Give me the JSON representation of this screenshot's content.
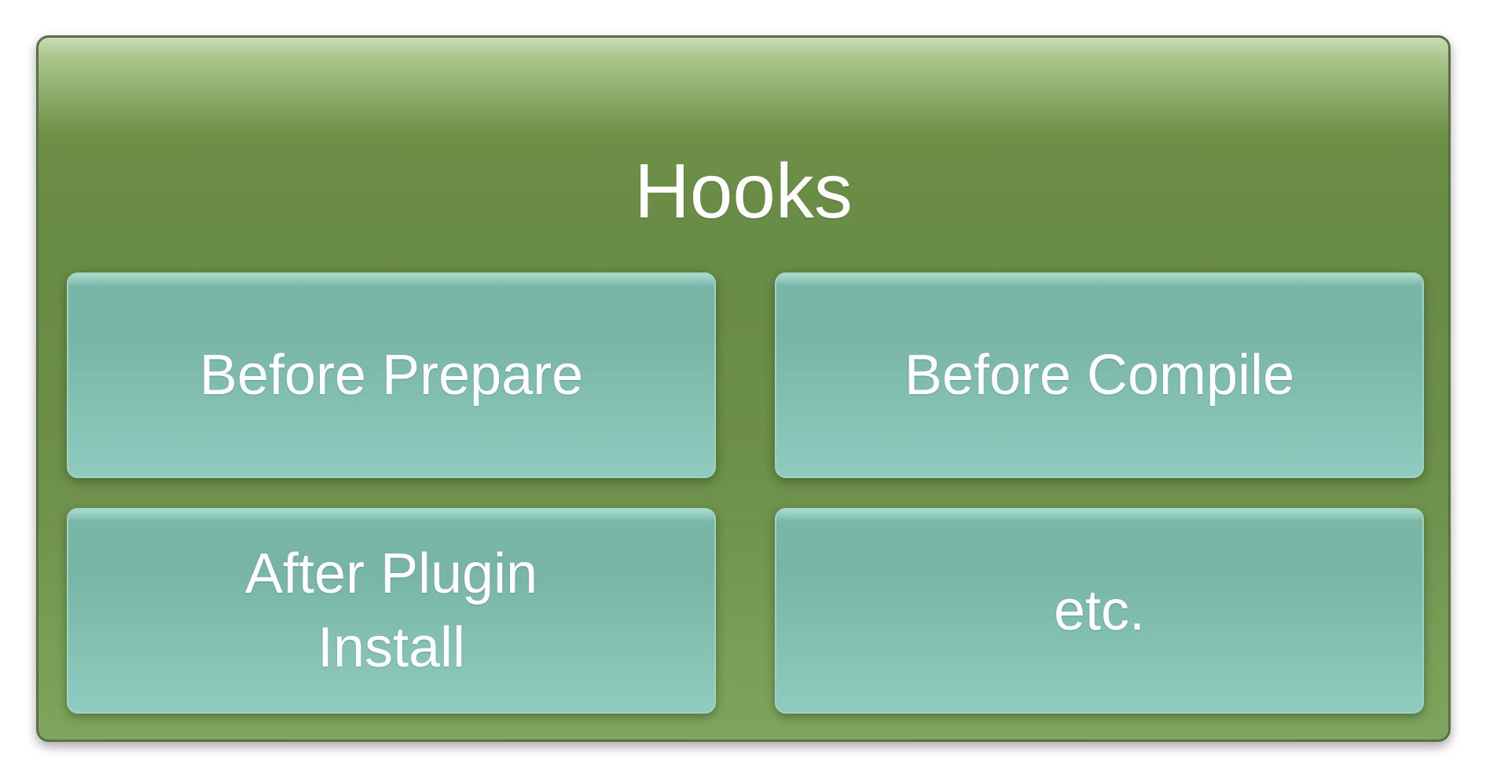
{
  "diagram": {
    "title": "Hooks",
    "items": [
      {
        "lines": [
          "Before Prepare"
        ]
      },
      {
        "lines": [
          "Before Compile"
        ]
      },
      {
        "lines": [
          "After Plugin",
          "Install"
        ]
      },
      {
        "lines": [
          "etc."
        ]
      }
    ]
  }
}
